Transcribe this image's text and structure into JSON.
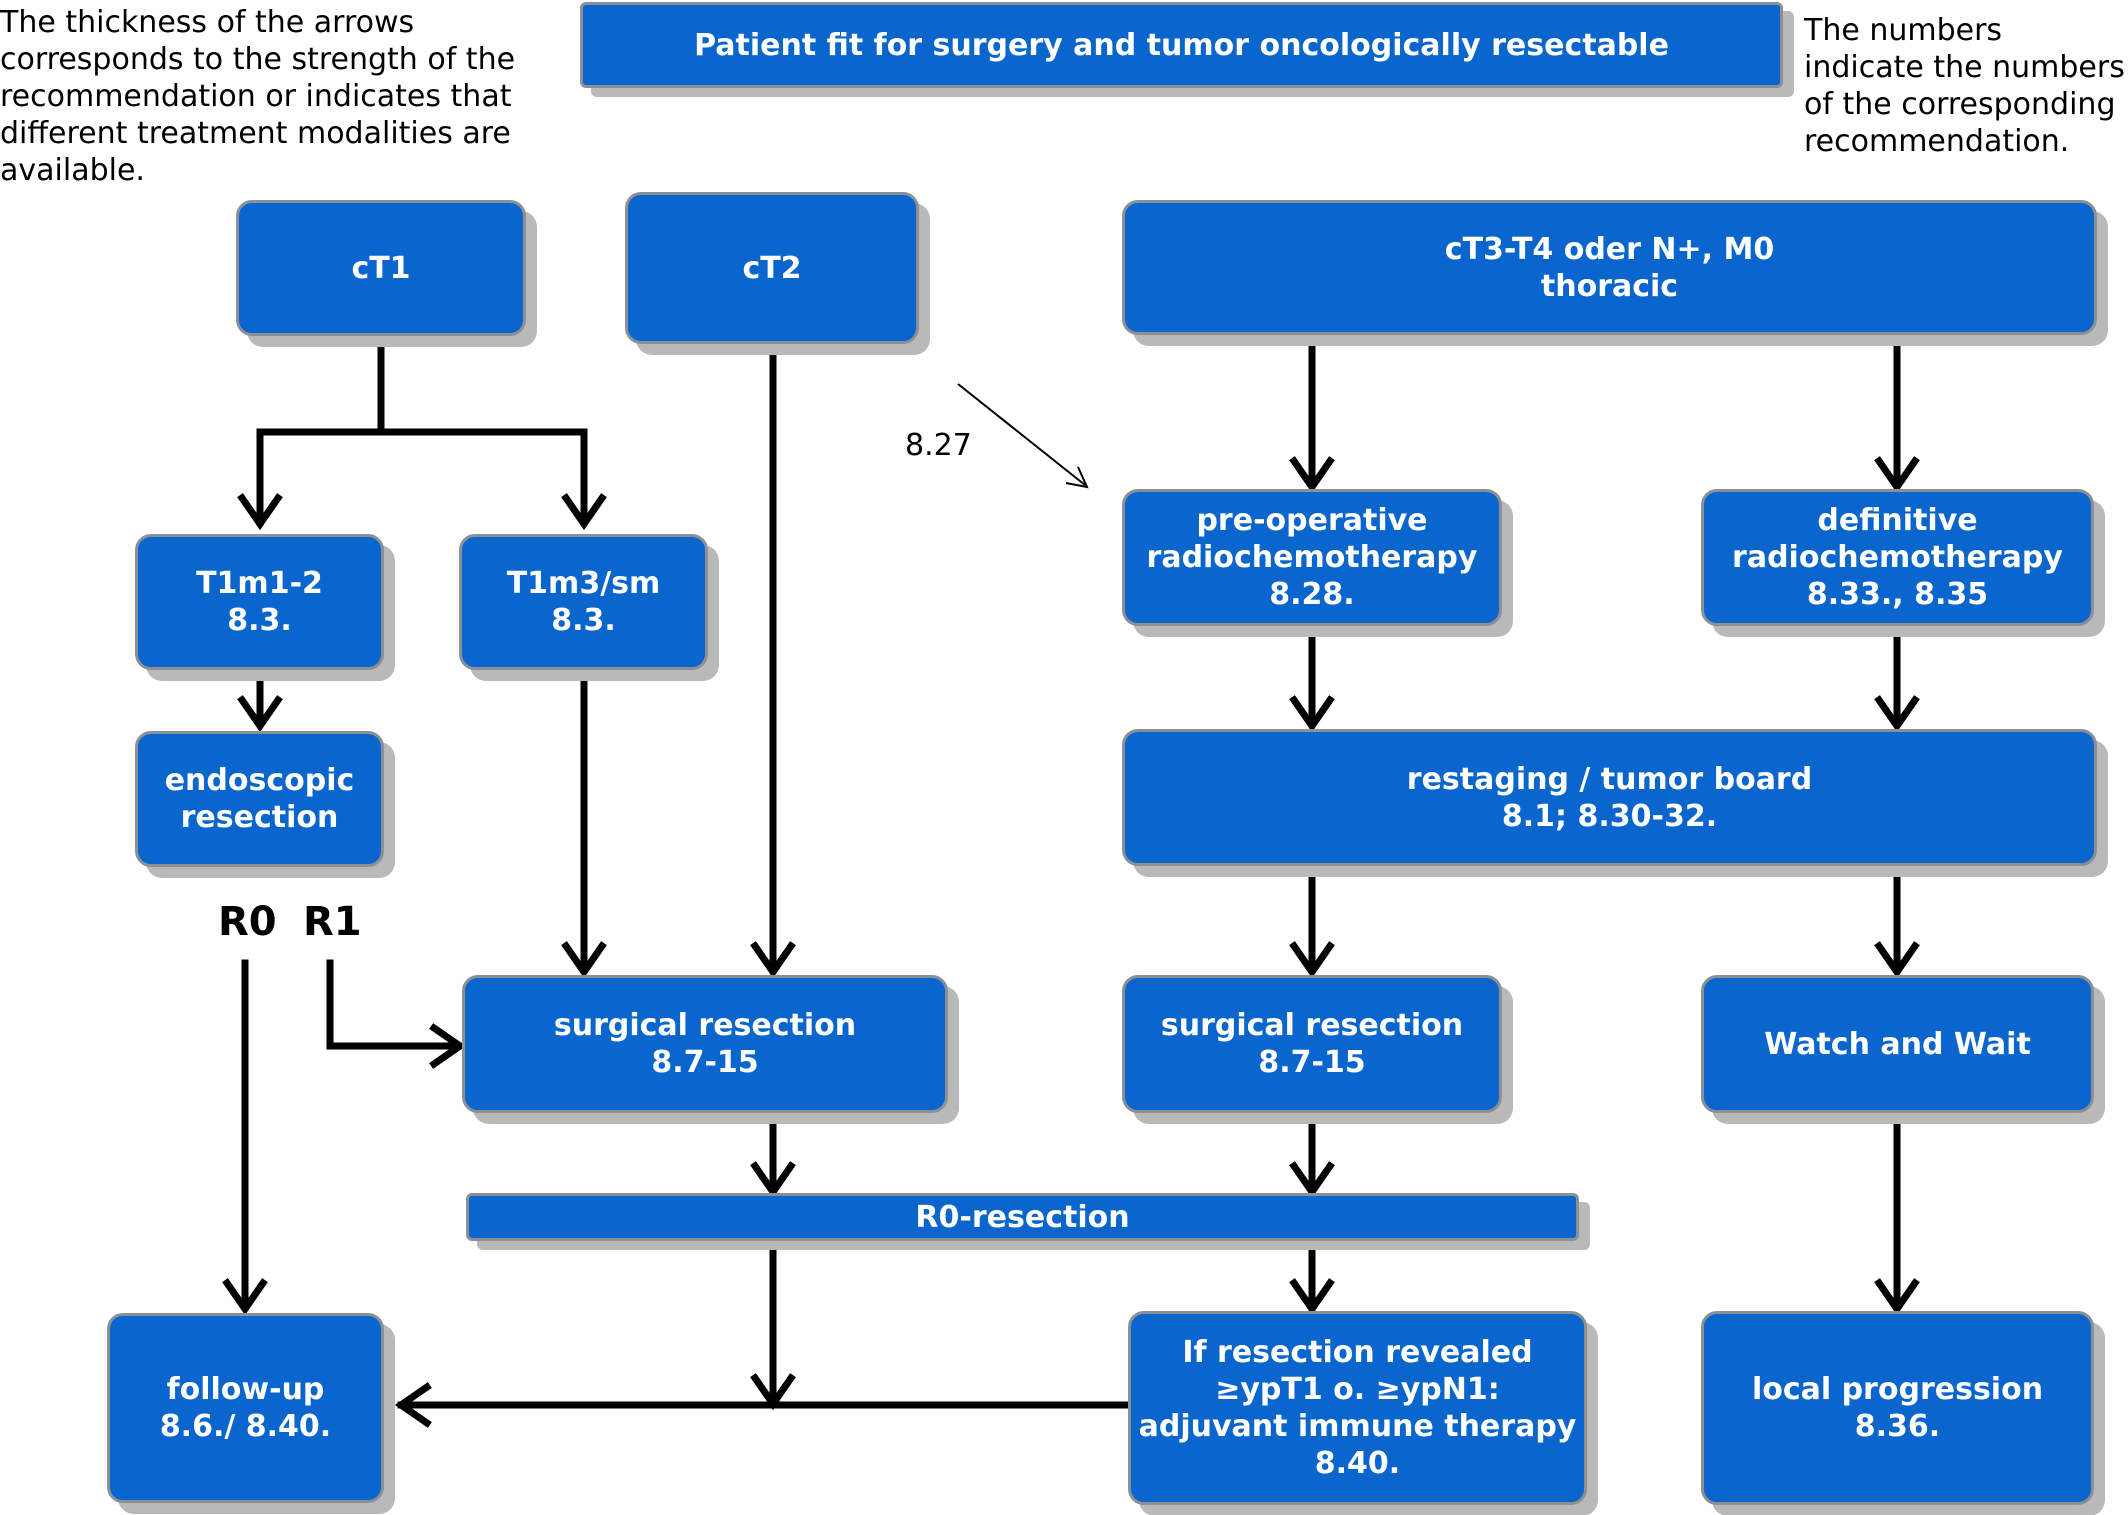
{
  "notes": {
    "left": "The thickness of the arrows\ncorresponds to the strength of the\nrecommendation or indicates that\ndifferent treatment modalities are\navailable.",
    "right": "The numbers\nindicate the numbers\nof the corresponding\nrecommendation."
  },
  "boxes": {
    "top": "Patient fit for surgery and tumor oncologically resectable",
    "ct1": "cT1",
    "ct2": "cT2",
    "ct3": "cT3-T4 oder N+, M0\nthoracic",
    "t1m12": "T1m1-2\n8.3.",
    "t1m3": "T1m3/sm\n8.3.",
    "endo": "endoscopic\nresection",
    "preop": "pre-operative\nradiochemotherapy\n8.28.",
    "definitive": "definitive\nradiochemotherapy\n8.33., 8.35",
    "restaging": "restaging / tumor board\n8.1; 8.30-32.",
    "surg1": "surgical resection\n8.7-15",
    "surg2": "surgical resection\n8.7-15",
    "watch": "Watch and Wait",
    "r0res": "R0-resection",
    "followup": "follow-up\n8.6./ 8.40.",
    "adjuvant": "If resection revealed\n≥ypT1 o. ≥ypN1:\nadjuvant immune therapy\n8.40.",
    "localprog": "local progression\n8.36."
  },
  "labels": {
    "r0": "R0",
    "r1": "R1",
    "ref827": "8.27"
  },
  "colors": {
    "box_fill": "#0a66cc",
    "box_border": "#8a8f98",
    "shadow": "#b9b9b9",
    "arrow": "#000000"
  }
}
